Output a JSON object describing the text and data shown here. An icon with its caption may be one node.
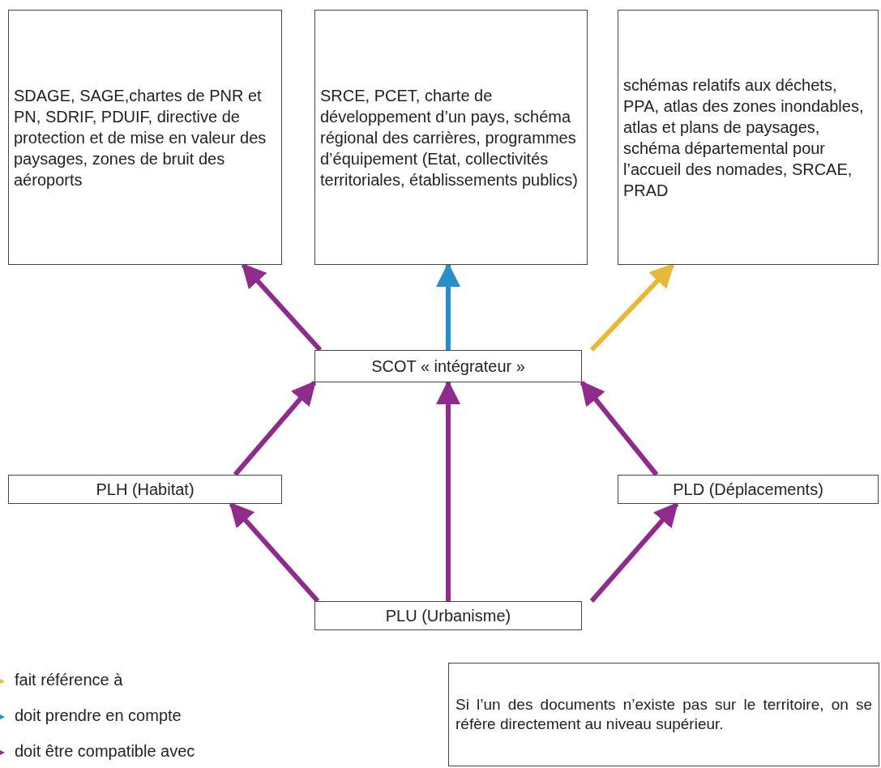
{
  "diagram": {
    "nodes": [
      {
        "text": [
          "SDAGE, SAGE,chartes de PNR et PN, SDRIF, PDUIF, directive de protection et de mise en valeur des paysages, zones de bruit des aéroports"
        ]
      },
      {
        "text": [
          "SRCE, PCET, charte de développement d’un pays, schéma régional des carrières, programmes d’équipement (Etat, collectivités territoriales, établissements publics)"
        ]
      },
      {
        "text": [
          "schémas relatifs aux déchets, PPA, atlas des zones inondables, atlas et plans de paysages, schéma départemental pour l’accueil des nomades, SRCAE, PRAD"
        ]
      },
      {
        "text": [
          "SCOT « intégrateur »"
        ]
      },
      {
        "text": [
          "PLH (Habitat)"
        ]
      },
      {
        "text": [
          "PLD (Déplacements)"
        ]
      },
      {
        "text": [
          "PLU (Urbanisme)"
        ]
      },
      {
        "text": [
          "Si l’un des documents n’existe pas sur le territoire, on se réfère directement au niveau supérieur."
        ]
      }
    ],
    "edges": [
      {
        "from": 3,
        "to": 0,
        "arrow": "to"
      },
      {
        "from": 3,
        "to": 1,
        "arrow": "to",
        "color": "#2a8fc8"
      },
      {
        "from": 3,
        "to": 2,
        "arrow": "to",
        "color": "#e8b83a"
      },
      {
        "from": 4,
        "to": 3,
        "arrow": "to"
      },
      {
        "from": 6,
        "to": 3,
        "arrow": "to"
      },
      {
        "from": 5,
        "to": 3,
        "arrow": "to"
      },
      {
        "from": 6,
        "to": 4,
        "arrow": "to"
      },
      {
        "from": 6,
        "to": 5,
        "arrow": "to"
      }
    ],
    "legend": [
      {
        "text": "fait référence à",
        "color": "#e8b83a"
      },
      {
        "text": "doit prendre en compte",
        "color": "#2a8fc8"
      },
      {
        "text": "doit être compatible avec",
        "color": "#8e2b8c"
      }
    ]
  }
}
